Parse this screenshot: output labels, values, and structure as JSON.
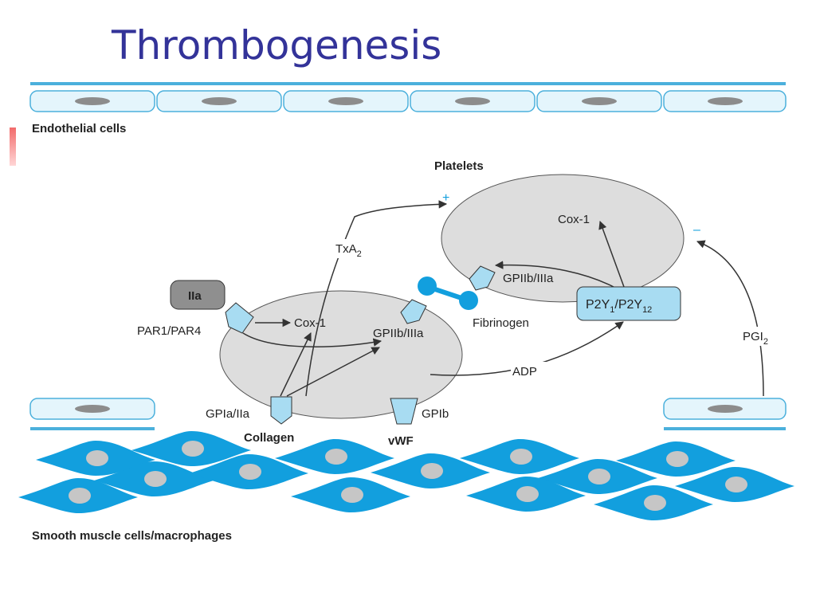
{
  "title": "Thrombogenesis",
  "labels": {
    "endothelial": "Endothelial cells",
    "platelets": "Platelets",
    "plus": "+",
    "minus": "–",
    "cox1_top": "Cox-1",
    "gp_top": "GPIIb/IIIa",
    "p2y": "P2Y",
    "p2y_sub1": "1",
    "p2y_mid": "/P2Y",
    "p2y_sub2": "12",
    "txa": "TxA",
    "txa_sub": "2",
    "iia": "IIa",
    "par": "PAR1/PAR4",
    "cox1_bottom": "Cox-1",
    "gp_bottom": "GPIIb/IIIa",
    "fibrinogen": "Fibrinogen",
    "adp": "ADP",
    "pgi": "PGI",
    "pgi_sub": "2",
    "gpia": "GPIa/IIa",
    "collagen": "Collagen",
    "gpib": "GPIb",
    "vwf": "vWF",
    "smooth_muscle": "Smooth muscle cells/macrophages"
  },
  "colors": {
    "title": "#333399",
    "membrane": "#4bb0dc",
    "cell_fill": "#e4f5fc",
    "nucleus": "#8c8c8c",
    "platelet": "#dddddd",
    "receptor": "#a8dcf2",
    "muscle": "#129fde",
    "muscle_nucleus": "#c6c6c6"
  }
}
